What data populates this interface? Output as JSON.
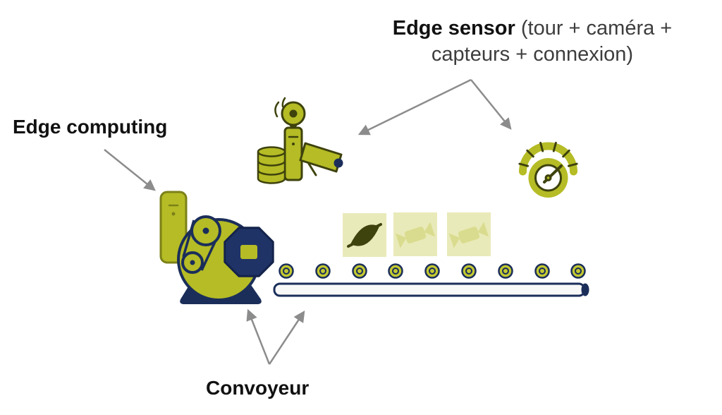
{
  "diagram": {
    "title": "Edge sensor conveyor diagram",
    "labels": {
      "edge_sensor": {
        "bold": "Edge sensor",
        "rest_line1": " (tour + caméra +",
        "line2": "capteurs + connexion)"
      },
      "edge_computing": "Edge computing",
      "convoyeur": "Convoyeur"
    },
    "icons": {
      "camera_tower": "surveillance-camera-tower-icon",
      "gauge": "gauge-sensor-icon",
      "computer_tower": "edge-computing-tower-icon",
      "motor": "conveyor-motor-icon",
      "conveyor_belt": "conveyor-belt-icon",
      "candies": "candy-items-on-belt"
    },
    "colors": {
      "accent_yellow": "#b5bc25",
      "accent_yellow_light": "#e9eab9",
      "candy_light": "#d9dc8e",
      "candy_dark": "#3e420d",
      "navy": "#1b2e5a",
      "outline_olive": "#3e420d",
      "arrow_gray": "#8c8c8c",
      "text": "#111111"
    }
  }
}
